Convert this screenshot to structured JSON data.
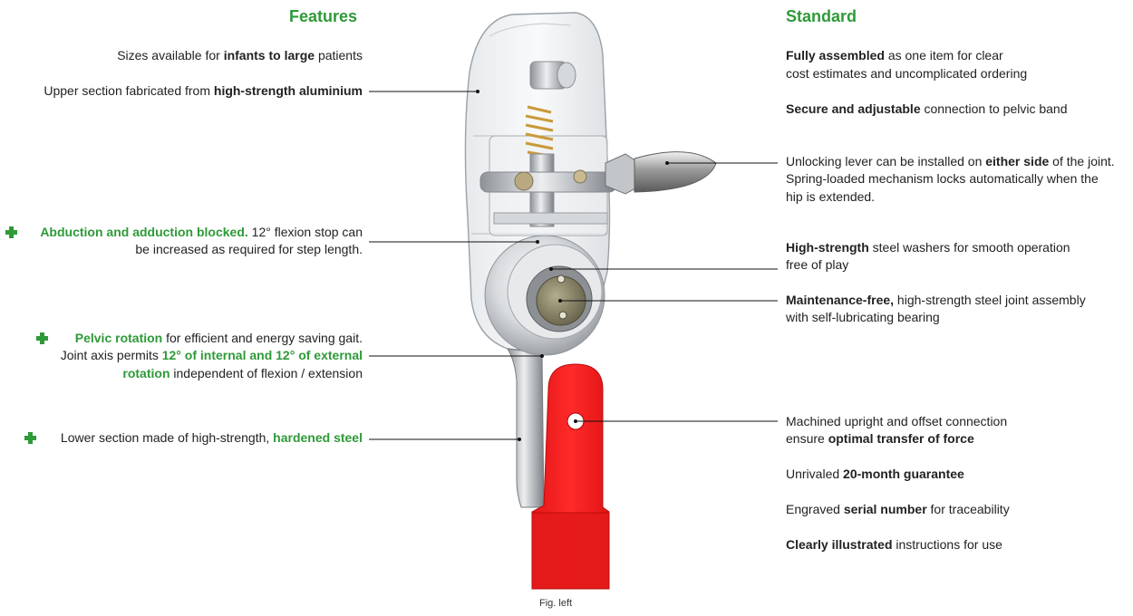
{
  "colors": {
    "accent": "#2e9a38",
    "text": "#222222",
    "leader": "#111111",
    "upright": "#ee1a1a"
  },
  "features": {
    "heading": "Features",
    "items": [
      {
        "segs": [
          {
            "t": "Sizes available for ",
            "s": "n"
          },
          {
            "t": "infants to large",
            "s": "b"
          },
          {
            "t": " patients",
            "s": "n"
          }
        ]
      },
      {
        "segs": [
          {
            "t": "Upper section fabricated from ",
            "s": "n"
          },
          {
            "t": "high-strength aluminium",
            "s": "b"
          }
        ]
      },
      {
        "plus": true,
        "segs": [
          {
            "t": "Abduction and adduction blocked.",
            "s": "g"
          },
          {
            "t": " 12° flexion stop can",
            "s": "n"
          }
        ]
      },
      {
        "segs": [
          {
            "t": "be increased as required for step length.",
            "s": "n"
          }
        ]
      },
      {
        "plus": true,
        "segs": [
          {
            "t": "Pelvic rotation",
            "s": "g"
          },
          {
            "t": " for efficient and energy saving gait.",
            "s": "n"
          }
        ]
      },
      {
        "segs": [
          {
            "t": "Joint axis permits ",
            "s": "n"
          },
          {
            "t": "12° of internal and 12° of external",
            "s": "g"
          }
        ]
      },
      {
        "segs": [
          {
            "t": "rotation",
            "s": "g"
          },
          {
            "t": " independent of flexion / extension",
            "s": "n"
          }
        ]
      },
      {
        "plus": true,
        "segs": [
          {
            "t": "Lower section made of high-strength, ",
            "s": "n"
          },
          {
            "t": "hardened steel",
            "s": "g"
          }
        ]
      }
    ]
  },
  "standard": {
    "heading": "Standard",
    "items": [
      {
        "segs": [
          {
            "t": "Fully assembled",
            "s": "b"
          },
          {
            "t": " as one item for clear",
            "s": "n"
          }
        ]
      },
      {
        "segs": [
          {
            "t": "cost estimates and uncomplicated ordering",
            "s": "n"
          }
        ]
      },
      {
        "segs": [
          {
            "t": "Secure and adjustable",
            "s": "b"
          },
          {
            "t": " connection to pelvic band",
            "s": "n"
          }
        ]
      },
      {
        "segs": [
          {
            "t": "Unlocking lever can be installed on ",
            "s": "n"
          },
          {
            "t": "either side",
            "s": "b"
          },
          {
            "t": " of the joint.",
            "s": "n"
          }
        ]
      },
      {
        "segs": [
          {
            "t": "Spring-loaded mechanism locks automatically when the",
            "s": "n"
          }
        ]
      },
      {
        "segs": [
          {
            "t": "hip is extended.",
            "s": "n"
          }
        ]
      },
      {
        "segs": [
          {
            "t": "High-strength",
            "s": "b"
          },
          {
            "t": " steel washers for smooth operation",
            "s": "n"
          }
        ]
      },
      {
        "segs": [
          {
            "t": "free of play",
            "s": "n"
          }
        ]
      },
      {
        "segs": [
          {
            "t": "Maintenance-free,",
            "s": "b"
          },
          {
            "t": " high-strength steel joint assembly",
            "s": "n"
          }
        ]
      },
      {
        "segs": [
          {
            "t": "with self-lubricating bearing",
            "s": "n"
          }
        ]
      },
      {
        "segs": [
          {
            "t": "Machined upright and offset connection",
            "s": "n"
          }
        ]
      },
      {
        "segs": [
          {
            "t": "ensure ",
            "s": "n"
          },
          {
            "t": "optimal transfer of force",
            "s": "b"
          }
        ]
      },
      {
        "segs": [
          {
            "t": "Unrivaled ",
            "s": "n"
          },
          {
            "t": "20-month guarantee",
            "s": "b"
          }
        ]
      },
      {
        "segs": [
          {
            "t": "Engraved ",
            "s": "n"
          },
          {
            "t": "serial number",
            "s": "b"
          },
          {
            "t": " for traceability",
            "s": "n"
          }
        ]
      },
      {
        "segs": [
          {
            "t": "Clearly illustrated",
            "s": "b"
          },
          {
            "t": " instructions for use",
            "s": "n"
          }
        ]
      }
    ]
  },
  "caption": "Fig. left"
}
